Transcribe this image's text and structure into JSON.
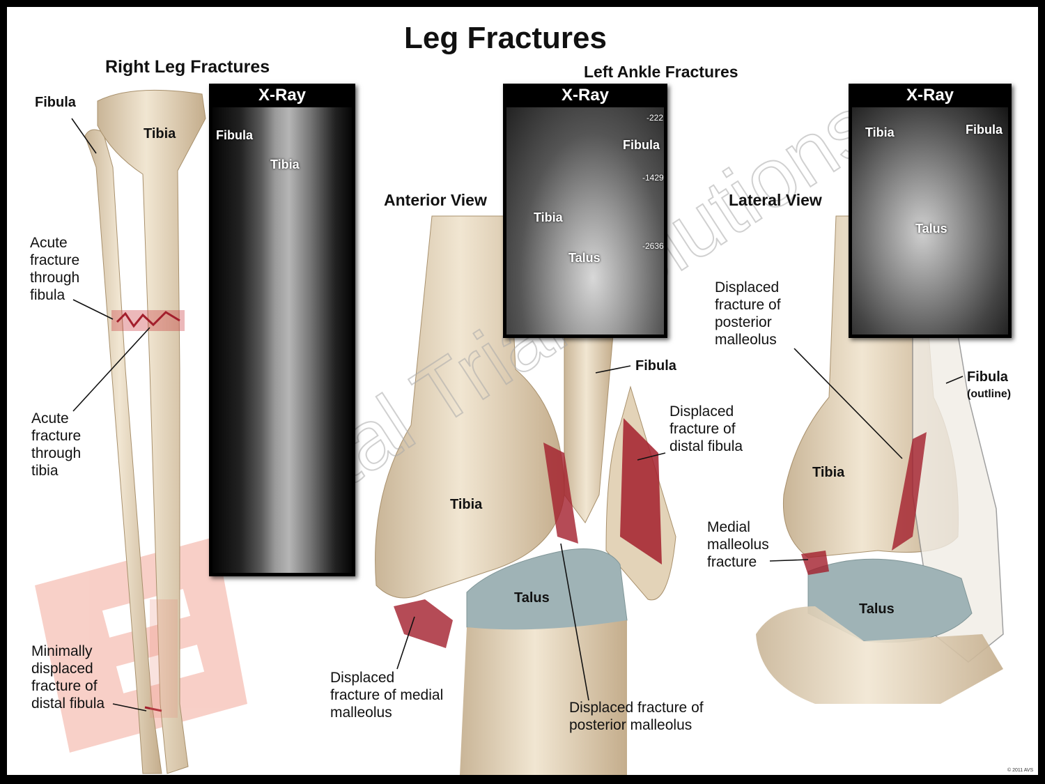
{
  "title": "Leg Fractures",
  "sections": {
    "right_leg": "Right Leg Fractures",
    "left_ankle": "Left Ankle Fractures",
    "anterior": "Anterior View",
    "lateral": "Lateral View"
  },
  "xray_header": "X-Ray",
  "labels": {
    "fibula": "Fibula",
    "tibia": "Tibia",
    "talus": "Talus",
    "fibula_outline_sub": "(outline)",
    "acute_fibula": [
      "Acute",
      "fracture",
      "through",
      "fibula"
    ],
    "acute_tibia": [
      "Acute",
      "fracture",
      "through",
      "tibia"
    ],
    "minimal_fibula": [
      "Minimally",
      "displaced",
      "fracture of",
      "distal fibula"
    ],
    "distal_fibula": [
      "Displaced",
      "fracture of",
      "distal fibula"
    ],
    "medial_malleolus_disp": [
      "Displaced",
      "fracture of medial",
      "malleolus"
    ],
    "posterior_malleolus_disp": [
      "Displaced fracture of",
      "posterior malleolus"
    ],
    "posterior_malleolus_lat": [
      "Displaced",
      "fracture of",
      "posterior",
      "malleolus"
    ],
    "medial_malleolus_frac": [
      "Medial",
      "malleolus",
      "fracture"
    ]
  },
  "xray_marks": [
    "-222",
    "-1429",
    "-2636"
  ],
  "watermark": "Total Trial Solutions",
  "copyright": "© 2011 AVS",
  "colors": {
    "bone": "#e6d8c0",
    "bone_shadow": "#bfa98a",
    "cartilage": "#9fb3b6",
    "fracture": "#a31e2c",
    "logo": "#f3a99a"
  }
}
